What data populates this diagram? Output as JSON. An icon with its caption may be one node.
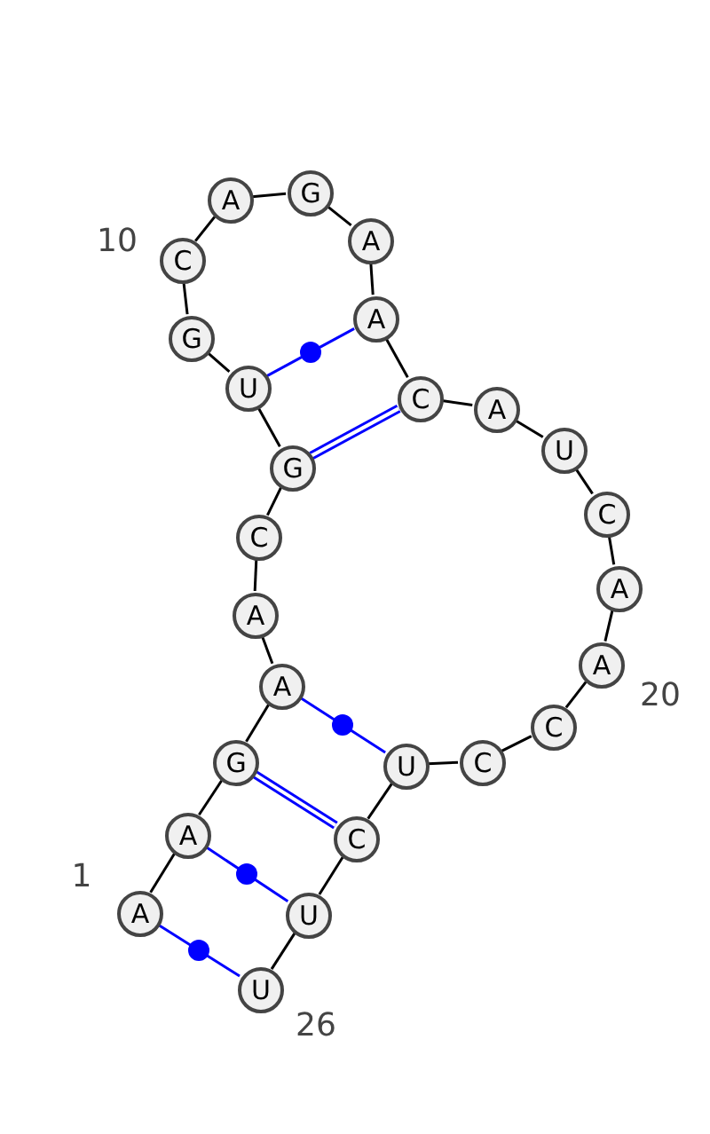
{
  "diagram": {
    "nodes": [
      {
        "text": [
          "A"
        ]
      },
      {
        "text": [
          "A"
        ]
      },
      {
        "text": [
          "G"
        ]
      },
      {
        "text": [
          "A"
        ]
      },
      {
        "text": [
          "A"
        ]
      },
      {
        "text": [
          "C"
        ]
      },
      {
        "text": [
          "G"
        ]
      },
      {
        "text": [
          "U"
        ]
      },
      {
        "text": [
          "G"
        ]
      },
      {
        "text": [
          "C"
        ]
      },
      {
        "text": [
          "A"
        ]
      },
      {
        "text": [
          "G"
        ]
      },
      {
        "text": [
          "A"
        ]
      },
      {
        "text": [
          "A"
        ]
      },
      {
        "text": [
          "C"
        ]
      },
      {
        "text": [
          "A"
        ]
      },
      {
        "text": [
          "U"
        ]
      },
      {
        "text": [
          "C"
        ]
      },
      {
        "text": [
          "A"
        ]
      },
      {
        "text": [
          "A"
        ]
      },
      {
        "text": [
          "C"
        ]
      },
      {
        "text": [
          "C"
        ]
      },
      {
        "text": [
          "U"
        ]
      },
      {
        "text": [
          "C"
        ]
      },
      {
        "text": [
          "U"
        ]
      },
      {
        "text": [
          "U"
        ]
      }
    ],
    "edges": [
      {
        "from": 0,
        "to": 1,
        "arrow": "none"
      },
      {
        "from": 1,
        "to": 2,
        "arrow": "none"
      },
      {
        "from": 2,
        "to": 3,
        "arrow": "none"
      },
      {
        "from": 3,
        "to": 4,
        "arrow": "none"
      },
      {
        "from": 4,
        "to": 5,
        "arrow": "none"
      },
      {
        "from": 5,
        "to": 6,
        "arrow": "none"
      },
      {
        "from": 6,
        "to": 7,
        "arrow": "none"
      },
      {
        "from": 7,
        "to": 8,
        "arrow": "none"
      },
      {
        "from": 8,
        "to": 9,
        "arrow": "none"
      },
      {
        "from": 9,
        "to": 10,
        "arrow": "none"
      },
      {
        "from": 10,
        "to": 11,
        "arrow": "none"
      },
      {
        "from": 11,
        "to": 12,
        "arrow": "none"
      },
      {
        "from": 12,
        "to": 13,
        "arrow": "none"
      },
      {
        "from": 13,
        "to": 14,
        "arrow": "none"
      },
      {
        "from": 14,
        "to": 15,
        "arrow": "none"
      },
      {
        "from": 15,
        "to": 16,
        "arrow": "none"
      },
      {
        "from": 16,
        "to": 17,
        "arrow": "none"
      },
      {
        "from": 17,
        "to": 18,
        "arrow": "none"
      },
      {
        "from": 18,
        "to": 19,
        "arrow": "none"
      },
      {
        "from": 19,
        "to": 20,
        "arrow": "none"
      },
      {
        "from": 20,
        "to": 21,
        "arrow": "none"
      },
      {
        "from": 21,
        "to": 22,
        "arrow": "none"
      },
      {
        "from": 22,
        "to": 23,
        "arrow": "none"
      },
      {
        "from": 23,
        "to": 24,
        "arrow": "none"
      },
      {
        "from": 24,
        "to": 25,
        "arrow": "none"
      },
      {
        "from": 0,
        "to": 25,
        "arrow": "none",
        "color": "#0000ff"
      },
      {
        "from": 1,
        "to": 24,
        "arrow": "none",
        "color": "#0000ff"
      },
      {
        "from": 2,
        "to": 23,
        "arrow": "none",
        "color": "#0000ff",
        "style": "thick"
      },
      {
        "from": 3,
        "to": 22,
        "arrow": "none",
        "color": "#0000ff"
      },
      {
        "from": 6,
        "to": 14,
        "arrow": "none",
        "color": "#0000ff",
        "style": "thick"
      },
      {
        "from": 7,
        "to": 13,
        "arrow": "none",
        "color": "#0000ff"
      }
    ],
    "labels": [
      "10",
      "20",
      "1",
      "26"
    ]
  }
}
